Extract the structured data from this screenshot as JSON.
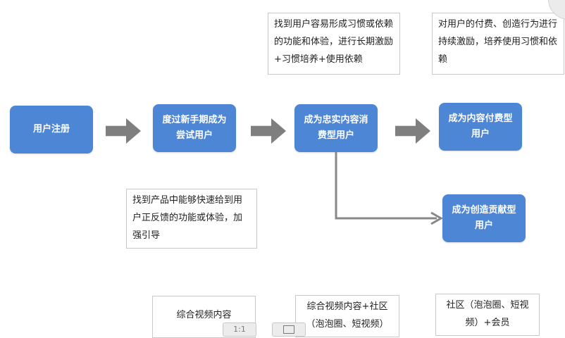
{
  "nodes": {
    "register": "用户注册",
    "trial": "度过新手期成为尝试用户",
    "loyal": "成为忠实内容消费型用户",
    "paying": "成为内容付费型用户",
    "contributor": "成为创造贡献型用户"
  },
  "notes": {
    "habit": "找到用户容易形成习惯或依赖的功能和体验，进行长期激励+习惯培养+使用依赖",
    "incentive": "对用户的付费、创造行为进行持续激励，培养使用习惯和依赖",
    "feedback": "找到产品中能够快速给到用户正反馈的功能或体验，加强引导",
    "bottom1": "综合视频内容",
    "bottom2": "综合视频内容+社区（泡泡圈、短视频）",
    "bottom3": "社区（泡泡圈、短视频）+会员"
  },
  "toolbar": {
    "zoom_label": "1:1",
    "fit_icon": "fit-screen-icon"
  },
  "colors": {
    "node_fill": "#4e86d6",
    "arrow_fill": "#7f7f7f",
    "connector": "#888888"
  }
}
